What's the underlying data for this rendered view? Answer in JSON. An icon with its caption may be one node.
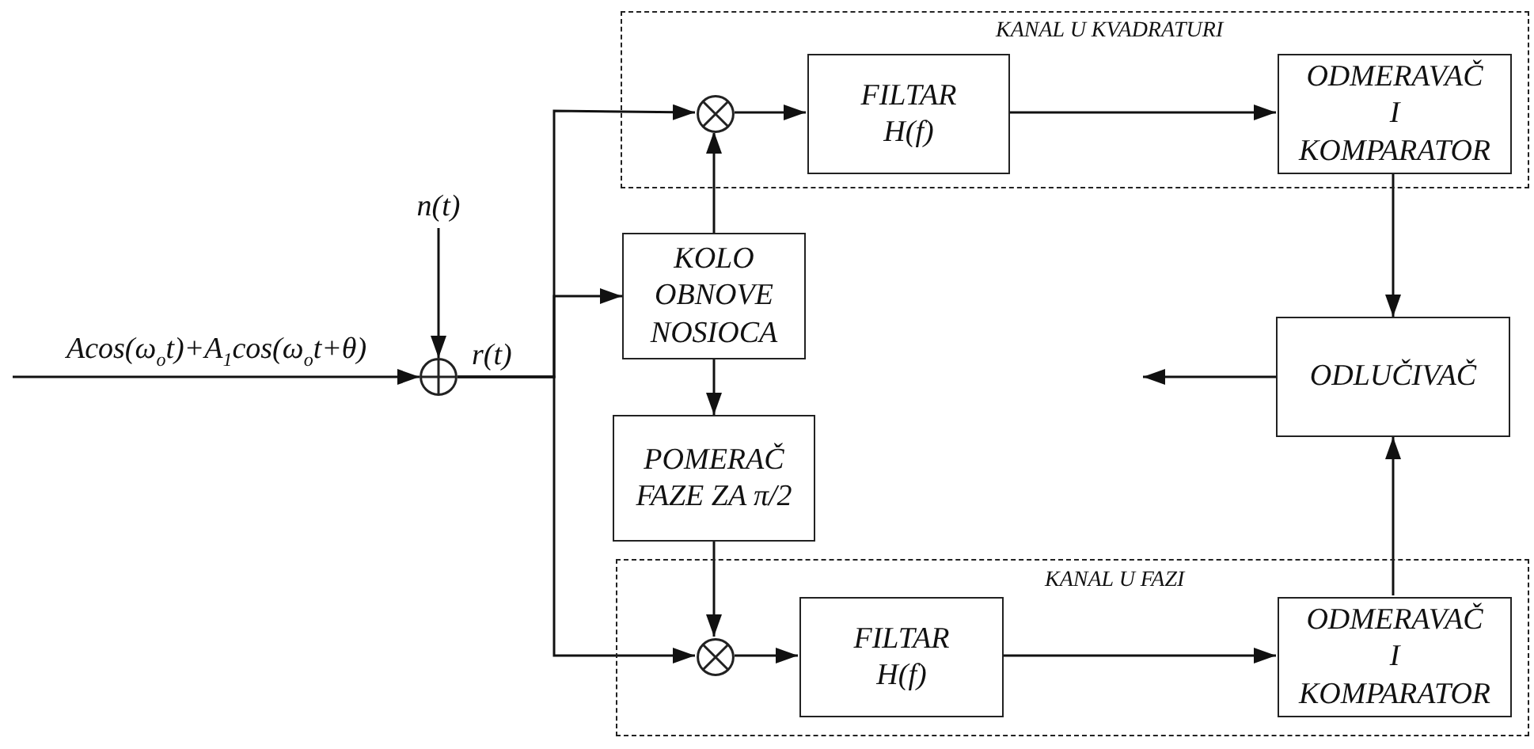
{
  "diagram": {
    "nodes": [
      {
        "text": [
          "KANAL U KVADRATURI"
        ]
      },
      {
        "text": [],
        "shape": "circle",
        "in": 0
      },
      {
        "text": [
          "FILTAR H(f)"
        ],
        "in": 0
      },
      {
        "text": [
          "ODMERAVAČ I KOMPARATOR"
        ],
        "in": 0
      },
      {
        "text": [
          "n(t)"
        ]
      },
      {
        "text": [],
        "shape": "circle"
      },
      {
        "text": [
          "KOLO OBNOVE NOSIOCA"
        ]
      },
      {
        "text": [
          "ODLUČIVAČ"
        ]
      },
      {
        "text": [
          "POMERAČ FAZE ZA π/2"
        ]
      },
      {
        "text": [
          "KANAL U FAZI"
        ]
      },
      {
        "text": [],
        "shape": "circle",
        "in": 9
      },
      {
        "text": [
          "FILTAR H(f)"
        ],
        "in": 9
      },
      {
        "text": [
          "ODMERAVAČ I KOMPARATOR"
        ],
        "in": 9
      }
    ],
    "edges": [
      {
        "from": null,
        "to": 5,
        "arrow": "to",
        "label": "Acos(ω$_{o}$t)+A$_{1}$cos(ω$_{o}$t+θ)"
      },
      {
        "from": 4,
        "to": 5,
        "arrow": "to"
      },
      {
        "from": 5,
        "to": 1,
        "arrow": "to"
      },
      {
        "from": 5,
        "to": 6,
        "arrow": "to"
      },
      {
        "from": 5,
        "to": 10,
        "arrow": "to"
      },
      {
        "from": 6,
        "to": 1,
        "arrow": "to"
      },
      {
        "from": 6,
        "to": 8,
        "arrow": "to"
      },
      {
        "from": 8,
        "to": 10,
        "arrow": "to"
      },
      {
        "from": 1,
        "to": 2,
        "arrow": "to"
      },
      {
        "from": 2,
        "to": 3,
        "arrow": "to"
      },
      {
        "from": 10,
        "to": 11,
        "arrow": "to"
      },
      {
        "from": 11,
        "to": 12,
        "arrow": "to"
      },
      {
        "from": 3,
        "to": 7,
        "arrow": "to"
      },
      {
        "from": 12,
        "to": 7,
        "arrow": "to"
      },
      {
        "from": 7,
        "to": null,
        "arrow": "to"
      }
    ],
    "labels": [
      "r(t)"
    ]
  }
}
